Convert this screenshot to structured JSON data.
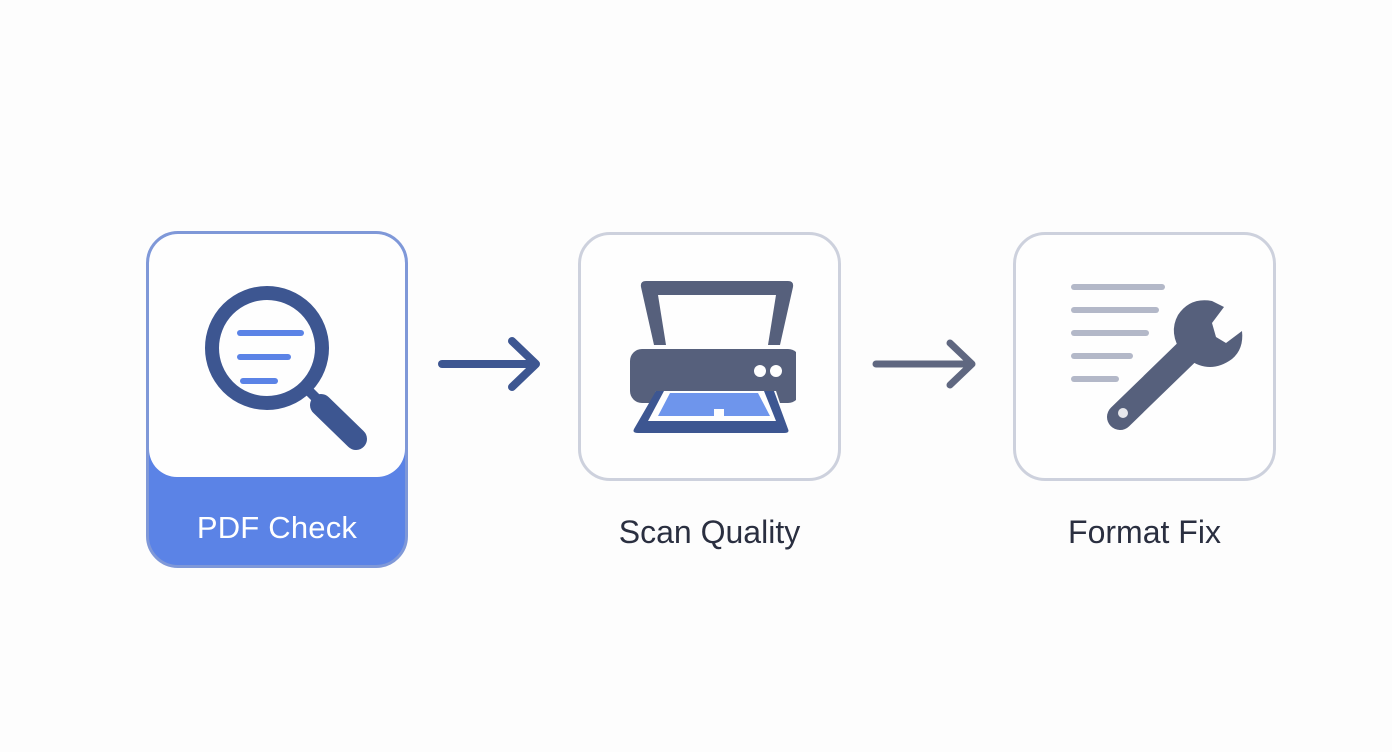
{
  "steps": [
    {
      "label": "PDF Check",
      "icon": "magnifier-document-icon",
      "active": true
    },
    {
      "label": "Scan Quality",
      "icon": "scanner-icon",
      "active": false
    },
    {
      "label": "Format Fix",
      "icon": "wrench-document-icon",
      "active": false
    }
  ],
  "colors": {
    "accent": "#5b83e6",
    "icon_dark": "#3d5691",
    "icon_slate": "#56607c",
    "icon_light_blue": "#6e95ec",
    "line_gray": "#b3b8c8",
    "card_border": "#cdd1dd",
    "text_dark": "#2a2f40"
  },
  "connectors": [
    {
      "from": "PDF Check",
      "to": "Scan Quality",
      "icon": "arrow-right-icon"
    },
    {
      "from": "Scan Quality",
      "to": "Format Fix",
      "icon": "arrow-right-icon"
    }
  ]
}
